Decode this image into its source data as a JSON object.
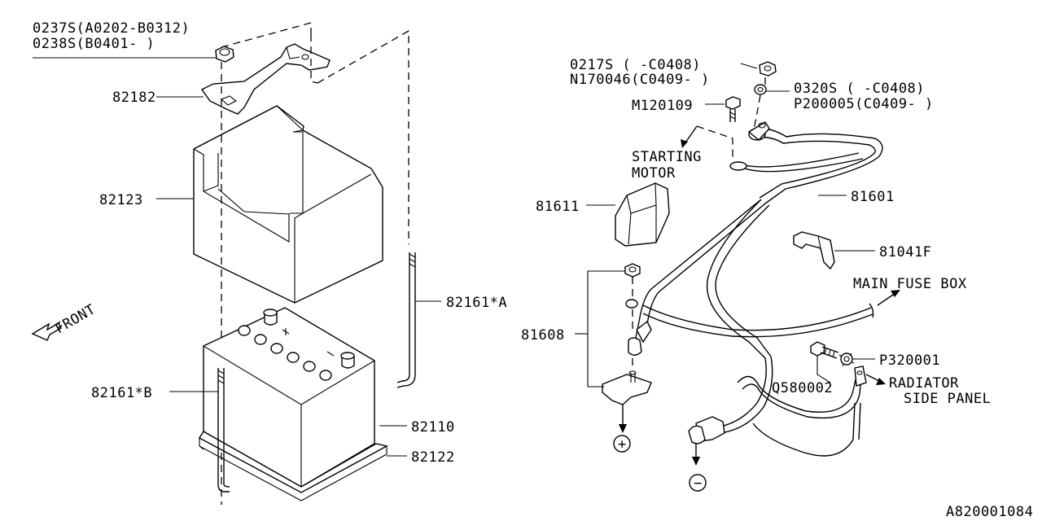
{
  "labels": {
    "p0237s": "0237S(A0202-B0312)",
    "p0238s": "0238S(B0401-  )",
    "p82182": "82182",
    "p82123": "82123",
    "front": "FRONT",
    "p82161b": "82161*B",
    "p82161a": "82161*A",
    "p82110": "82110",
    "p82122": "82122",
    "p0217s": "0217S  (  -C0408)",
    "pn170046": "N170046(C0409-  )",
    "p0320s": "0320S  (  -C0408)",
    "pp200005": "P200005(C0409-  )",
    "pm120109": "M120109",
    "starting": "STARTING",
    "motor": "MOTOR",
    "p81611": "81611",
    "p81601": "81601",
    "p81041f": "81041F",
    "mainfuse": "MAIN FUSE BOX",
    "p81608": "81608",
    "pp320001": "P320001",
    "pq580002": "Q580002",
    "radiator": "RADIATOR",
    "sidepanel": "SIDE PANEL",
    "plus": "+",
    "minus": "−",
    "diagram_id": "A820001084"
  }
}
